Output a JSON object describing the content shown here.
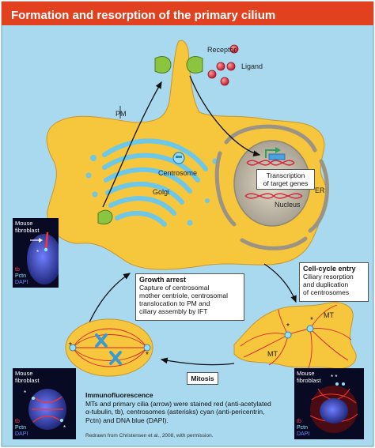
{
  "title": "Formation and resorption of the primary cilium",
  "labels": {
    "receptor": "Receptor",
    "ligand": "Ligand",
    "pm": "PM",
    "centrosome": "Centrosome",
    "golgi": "Golgi",
    "nucleus": "Nucleus",
    "er": "ER",
    "transcription": [
      "Transcription",
      "of target genes"
    ],
    "mt_right": "MT",
    "mt_middle": "MT",
    "mitosis": "Mitosis"
  },
  "growth_arrest": {
    "heading": "Growth arrest",
    "lines": [
      "Capture of centrosomal",
      "mother centriole, centrosomal",
      "translocation to PM and",
      "ciliary assembly by IFT"
    ]
  },
  "cell_cycle_entry": {
    "heading": "Cell-cycle entry",
    "lines": [
      "Ciliary resorption",
      "and duplication",
      "of centrosomes"
    ]
  },
  "micrographs": {
    "top_left": {
      "title": [
        "Mouse",
        "fibroblast"
      ],
      "tags": [
        "tb",
        "Pctn",
        "DAPI"
      ]
    },
    "bottom_left": {
      "title": [
        "Mouse",
        "fibroblast"
      ],
      "tags": [
        "tb",
        "Pctn",
        "DAPI"
      ]
    },
    "bottom_right": {
      "title": [
        "Mouse",
        "fibroblast"
      ],
      "tags": [
        "tb",
        "Pctn",
        "DAPI"
      ]
    }
  },
  "immunofluorescence": {
    "heading": "Immunofluorescence",
    "lines": [
      "MTs and primary cilia (arrow) were stained red (anti-acetylated",
      "α-tubulin, tb), centrosomes (asterisks) cyan (anti-pericentrin,",
      "Pctn) and DNA blue (DAPI)."
    ]
  },
  "credit": "Redrawn from Christensen et al., 2008, with permission.",
  "colors": {
    "background": "#a9d9ee",
    "title_bar": "#e2411f",
    "cell": "#f6c63d",
    "golgi": "#6cc7e8",
    "receptor": "#8bc43f",
    "ligand": "#e03a4a",
    "nucleus": "#b9b2a3",
    "dna": "#d0253c",
    "microtubule": "#d8212f"
  }
}
